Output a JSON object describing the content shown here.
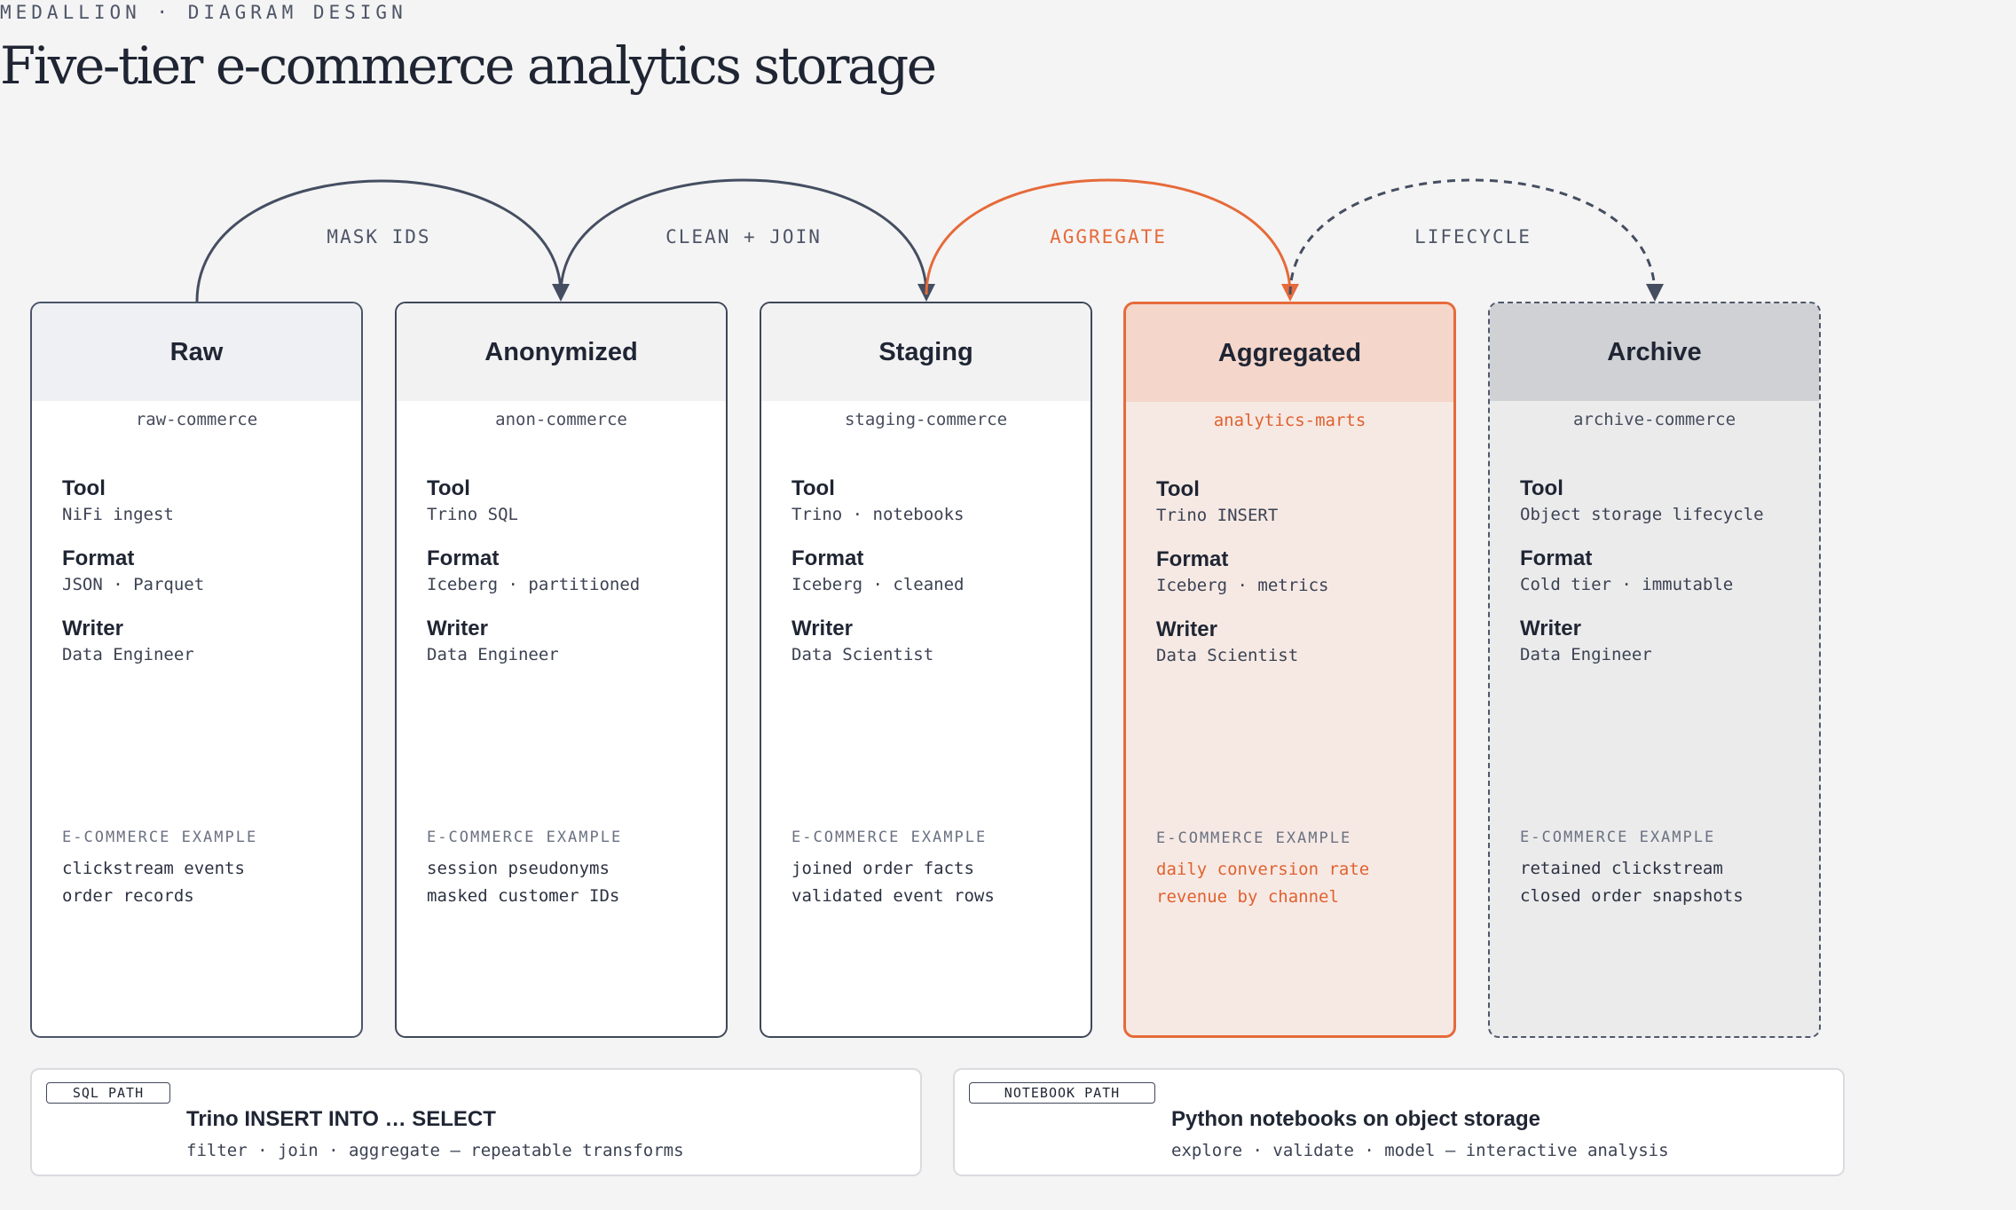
{
  "header": {
    "eyebrow": "MEDALLION · DIAGRAM DESIGN",
    "title": "Five-tier e-commerce analytics storage"
  },
  "colors": {
    "ink": "#1f2533",
    "accent": "#e66a3a",
    "background": "#f4f4f4"
  },
  "transitions": [
    {
      "label": "MASK IDS",
      "style": "solid"
    },
    {
      "label": "CLEAN + JOIN",
      "style": "solid"
    },
    {
      "label": "AGGREGATE",
      "style": "accent"
    },
    {
      "label": "LIFECYCLE",
      "style": "dashed"
    }
  ],
  "tiers": [
    {
      "name": "Raw",
      "bucket": "raw-commerce",
      "tool_label": "Tool",
      "tool": "NiFi ingest",
      "format_label": "Format",
      "format": "JSON · Parquet",
      "writer_label": "Writer",
      "writer": "Data Engineer",
      "example_label": "E-COMMERCE EXAMPLE",
      "examples": [
        "clickstream events",
        "order records"
      ]
    },
    {
      "name": "Anonymized",
      "bucket": "anon-commerce",
      "tool_label": "Tool",
      "tool": "Trino SQL",
      "format_label": "Format",
      "format": "Iceberg · partitioned",
      "writer_label": "Writer",
      "writer": "Data Engineer",
      "example_label": "E-COMMERCE EXAMPLE",
      "examples": [
        "session pseudonyms",
        "masked customer IDs"
      ]
    },
    {
      "name": "Staging",
      "bucket": "staging-commerce",
      "tool_label": "Tool",
      "tool": "Trino · notebooks",
      "format_label": "Format",
      "format": "Iceberg · cleaned",
      "writer_label": "Writer",
      "writer": "Data Scientist",
      "example_label": "E-COMMERCE EXAMPLE",
      "examples": [
        "joined order facts",
        "validated event rows"
      ]
    },
    {
      "name": "Aggregated",
      "bucket": "analytics-marts",
      "tool_label": "Tool",
      "tool": "Trino INSERT",
      "format_label": "Format",
      "format": "Iceberg · metrics",
      "writer_label": "Writer",
      "writer": "Data Scientist",
      "example_label": "E-COMMERCE EXAMPLE",
      "examples": [
        "daily conversion rate",
        "revenue by channel"
      ]
    },
    {
      "name": "Archive",
      "bucket": "archive-commerce",
      "tool_label": "Tool",
      "tool": "Object storage lifecycle",
      "format_label": "Format",
      "format": "Cold tier · immutable",
      "writer_label": "Writer",
      "writer": "Data Engineer",
      "example_label": "E-COMMERCE EXAMPLE",
      "examples": [
        "retained clickstream",
        "closed order snapshots"
      ]
    }
  ],
  "paths": [
    {
      "tag": "SQL PATH",
      "title": "Trino INSERT INTO … SELECT",
      "desc": "filter · join · aggregate — repeatable transforms"
    },
    {
      "tag": "NOTEBOOK PATH",
      "title": "Python notebooks on object storage",
      "desc": "explore · validate · model — interactive analysis"
    }
  ]
}
